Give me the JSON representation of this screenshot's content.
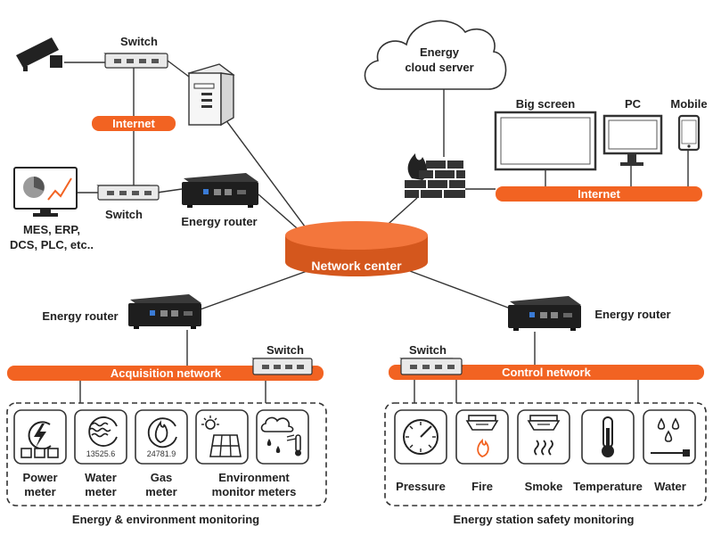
{
  "colors": {
    "accent": "#f26322",
    "line": "#333333",
    "device": "#222222"
  },
  "cloud": {
    "line1": "Energy",
    "line2": "cloud server"
  },
  "labels": {
    "switch_top": "Switch",
    "switch_left": "Switch",
    "switch_acq": "Switch",
    "switch_ctrl": "Switch",
    "internet_left": "Internet",
    "internet_right": "Internet",
    "energy_router_top": "Energy router",
    "energy_router_left": "Energy router",
    "energy_router_right": "Energy router",
    "network_center": "Network center",
    "mes_line1": "MES, ERP,",
    "mes_line2": "DCS, PLC, etc..",
    "big_screen": "Big screen",
    "pc": "PC",
    "mobile": "Mobile",
    "acquisition_network": "Acquisition network",
    "control_network": "Control network"
  },
  "meters": {
    "power": {
      "line1": "Power",
      "line2": "meter"
    },
    "water": {
      "line1": "Water",
      "line2": "meter",
      "reading": "13525.6"
    },
    "gas": {
      "line1": "Gas",
      "line2": "meter",
      "reading": "24781.9"
    },
    "env": {
      "line1": "Environment",
      "line2": "monitor meters"
    }
  },
  "sensors": {
    "pressure": "Pressure",
    "fire": "Fire",
    "smoke": "Smoke",
    "temperature": "Temperature",
    "water": "Water"
  },
  "groups": {
    "left": "Energy & environment monitoring",
    "right": "Energy station safety monitoring"
  }
}
